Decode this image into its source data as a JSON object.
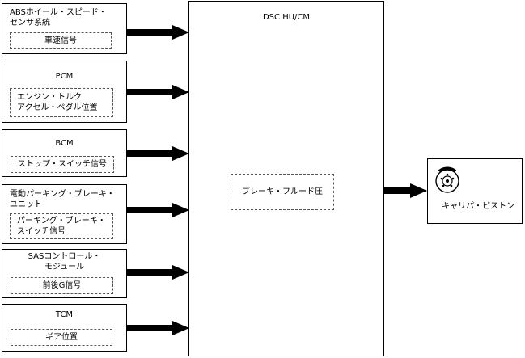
{
  "inputs": [
    {
      "title": "ABSホイール・スピード・\nセンサ系統",
      "signal": "車速信号",
      "color": "#000000"
    },
    {
      "title": "PCM",
      "signal": "エンジン・トルク\nアクセル・ペダル位置",
      "color": "#000000"
    },
    {
      "title": "BCM",
      "signal": "ストップ・スイッチ信号",
      "color": "#000000"
    },
    {
      "title": "電動パーキング・ブレーキ・\nユニット",
      "signal": "パーキング・ブレーキ・\nスイッチ信号",
      "color": "#000000"
    },
    {
      "title": "SASコントロール・\nモジュール",
      "signal": "前後G信号",
      "color": "#000000"
    },
    {
      "title": "TCM",
      "signal": "ギア位置",
      "color": "#000000"
    }
  ],
  "hu": {
    "title": "DSC HU/CM",
    "signal": "ブレーキ・フルード圧"
  },
  "output": {
    "label": "キャリパ・ピストン",
    "icon": "brake-disc-icon"
  }
}
